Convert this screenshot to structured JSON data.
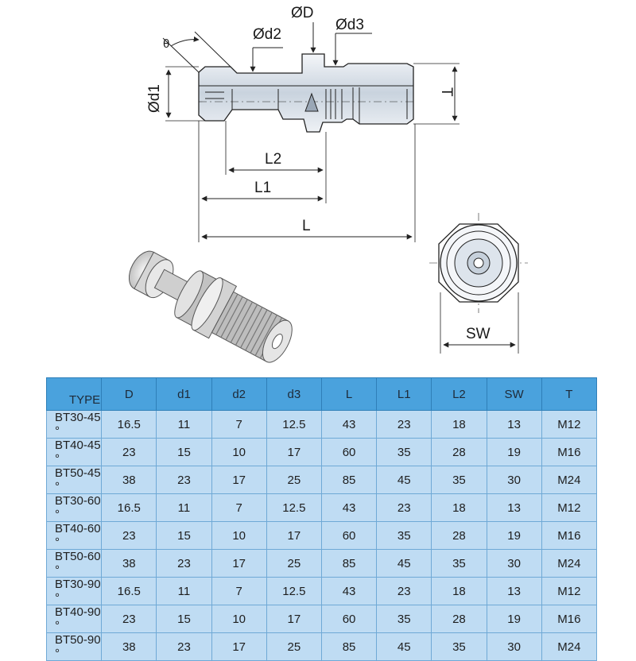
{
  "drawing": {
    "labels": {
      "D": "ØD",
      "d2": "Ød2",
      "d3": "Ød3",
      "d1": "Ød1",
      "theta": "θ",
      "T": "T",
      "L2": "L2",
      "L1": "L1",
      "L": "L",
      "SW": "SW"
    }
  },
  "table": {
    "columns": [
      "TYPE",
      "D",
      "d1",
      "d2",
      "d3",
      "L",
      "L1",
      "L2",
      "SW",
      "T"
    ],
    "rows": [
      [
        "BT30-45 °",
        "16.5",
        "11",
        "7",
        "12.5",
        "43",
        "23",
        "18",
        "13",
        "M12"
      ],
      [
        "BT40-45 °",
        "23",
        "15",
        "10",
        "17",
        "60",
        "35",
        "28",
        "19",
        "M16"
      ],
      [
        "BT50-45 °",
        "38",
        "23",
        "17",
        "25",
        "85",
        "45",
        "35",
        "30",
        "M24"
      ],
      [
        "BT30-60 °",
        "16.5",
        "11",
        "7",
        "12.5",
        "43",
        "23",
        "18",
        "13",
        "M12"
      ],
      [
        "BT40-60 °",
        "23",
        "15",
        "10",
        "17",
        "60",
        "35",
        "28",
        "19",
        "M16"
      ],
      [
        "BT50-60 °",
        "38",
        "23",
        "17",
        "25",
        "85",
        "45",
        "35",
        "30",
        "M24"
      ],
      [
        "BT30-90 °",
        "16.5",
        "11",
        "7",
        "12.5",
        "43",
        "23",
        "18",
        "13",
        "M12"
      ],
      [
        "BT40-90 °",
        "23",
        "15",
        "10",
        "17",
        "60",
        "35",
        "28",
        "19",
        "M16"
      ],
      [
        "BT50-90 °",
        "38",
        "23",
        "17",
        "25",
        "85",
        "45",
        "35",
        "30",
        "M24"
      ]
    ]
  },
  "colors": {
    "header_bg": "#4aa2dd",
    "cell_bg": "#bfdcf3",
    "part_fill": "#d8e2ee",
    "line": "#222222"
  },
  "icons": [
    "pull-stud-side-view",
    "pull-stud-end-view",
    "pull-stud-3d-render"
  ]
}
